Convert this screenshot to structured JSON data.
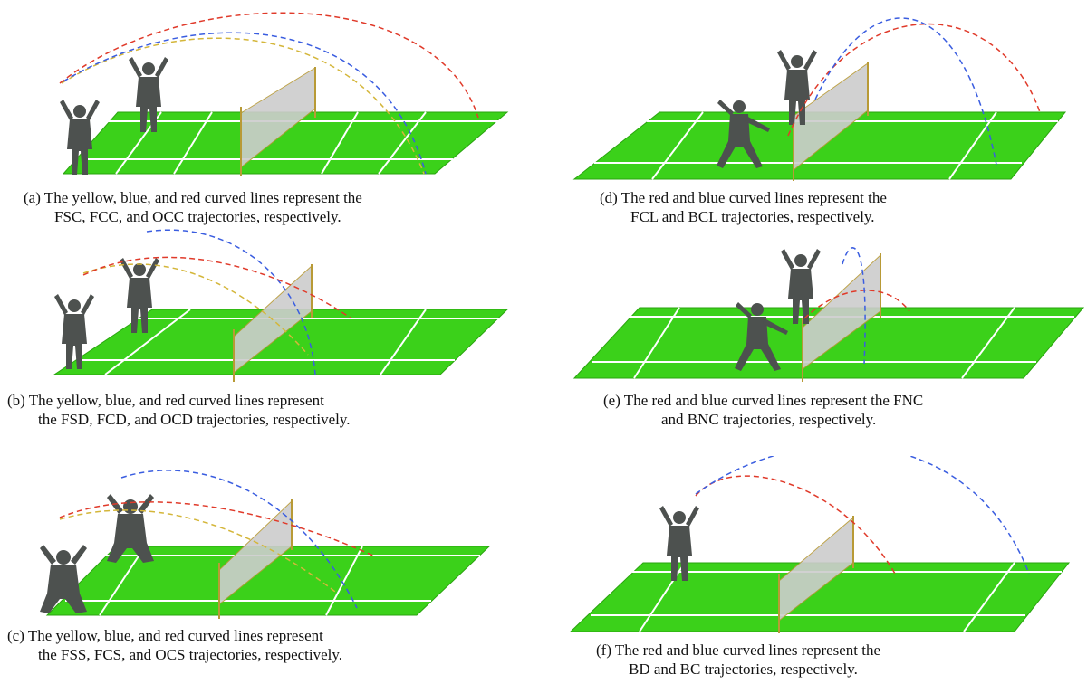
{
  "colors": {
    "court": "#3bd11a",
    "court_edge": "#2aa40f",
    "court_line": "#ffffff",
    "player": "#4d514f",
    "net": "#cdcdcd",
    "post": "#b89a36",
    "yellow": "#d4b63a",
    "blue": "#3a5de0",
    "red": "#e03a2a"
  },
  "panels": [
    {
      "id": "a",
      "line1": "(a)  The yellow, blue, and red curved lines represent the",
      "line2": "FSC, FCC, and OCC trajectories, respectively."
    },
    {
      "id": "b",
      "line1": "(b)  The yellow, blue, and red curved lines represent",
      "line2": "the FSD, FCD, and OCD trajectories, respectively."
    },
    {
      "id": "c",
      "line1": "(c)  The yellow, blue, and red curved lines represent",
      "line2": "the FSS, FCS, and OCS trajectories, respectively."
    },
    {
      "id": "d",
      "line1": "(d)  The red and blue curved lines represent the",
      "line2": "FCL and BCL trajectories, respectively."
    },
    {
      "id": "e",
      "line1": "(e)  The red and blue curved lines represent the FNC",
      "line2": "and BNC trajectories, respectively."
    },
    {
      "id": "f",
      "line1": "(f)  The red and blue curved lines represent the",
      "line2": "BD and BC trajectories, respectively."
    }
  ]
}
